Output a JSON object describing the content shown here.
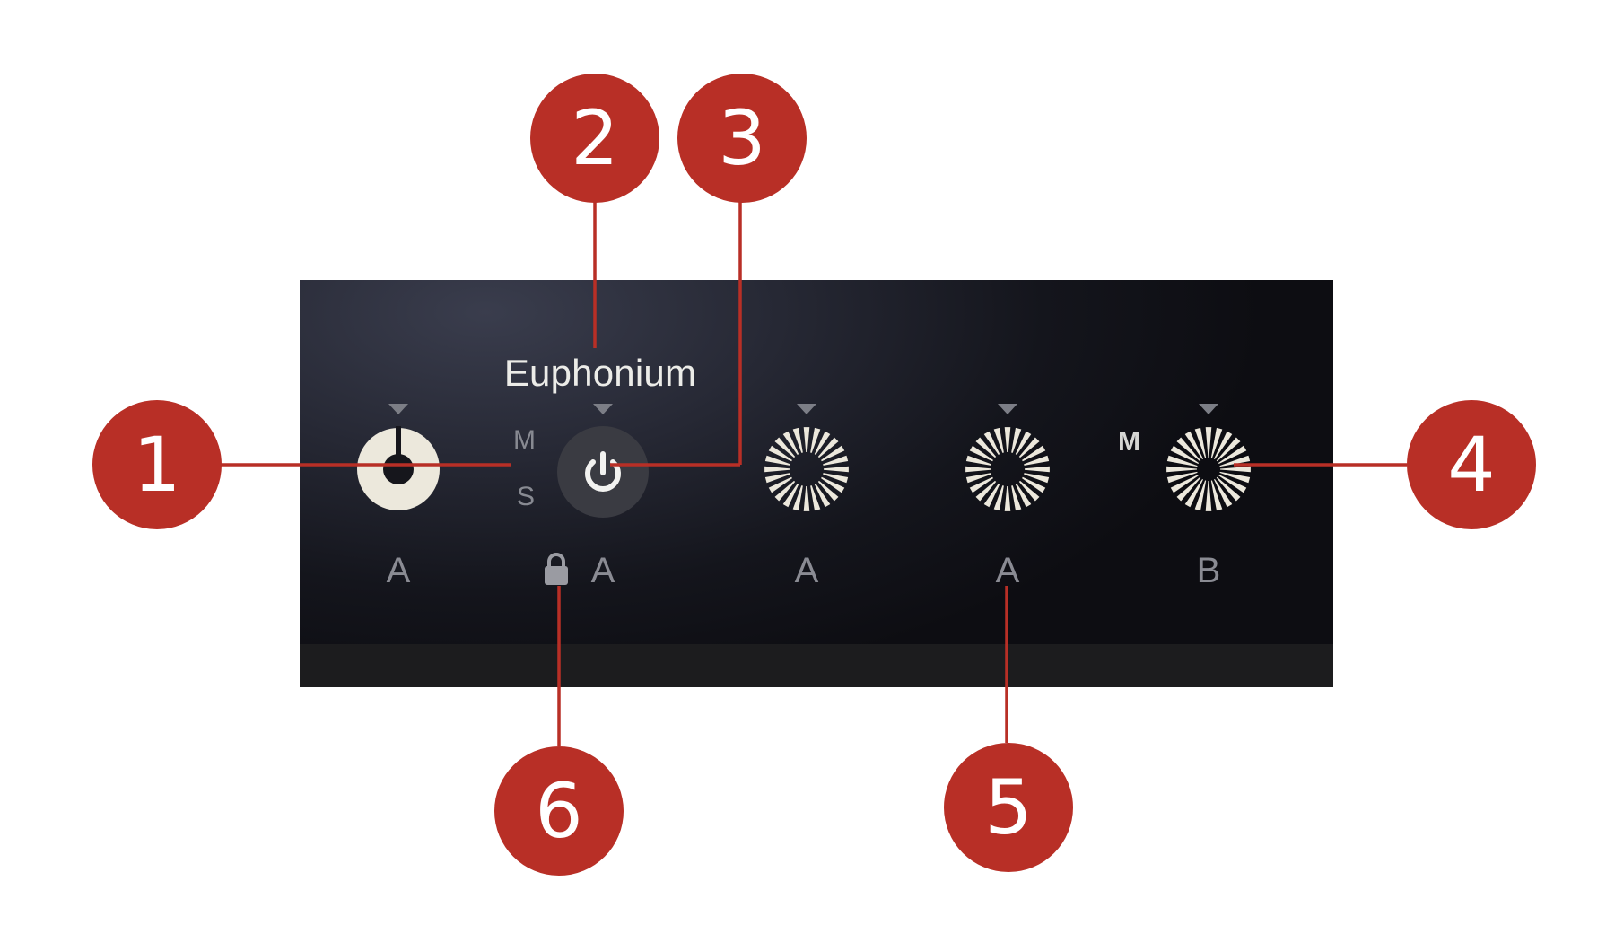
{
  "instrument": {
    "name": "Euphonium"
  },
  "slots": [
    {
      "id": "slot-1",
      "label": "A",
      "control": "dial"
    },
    {
      "id": "slot-2",
      "label": "A",
      "control": "power",
      "locked": true
    },
    {
      "id": "slot-3",
      "label": "A",
      "control": "spoke-dial"
    },
    {
      "id": "slot-4",
      "label": "A",
      "control": "spoke-dial"
    },
    {
      "id": "slot-5",
      "label": "B",
      "control": "spoke-dial"
    }
  ],
  "mute_solo": {
    "mute_label": "M",
    "solo_label": "S",
    "slot5_mute_label": "M"
  },
  "icons": {
    "power": "power-icon",
    "lock": "lock-icon",
    "selector": "triangle-down-icon"
  },
  "callouts": [
    "1",
    "2",
    "3",
    "4",
    "5",
    "6"
  ],
  "colors": {
    "callout": "#b82f26",
    "dial_cream": "#ece8dc",
    "panel_dark": "#1a1b24",
    "label_grey": "#8a8b93"
  }
}
